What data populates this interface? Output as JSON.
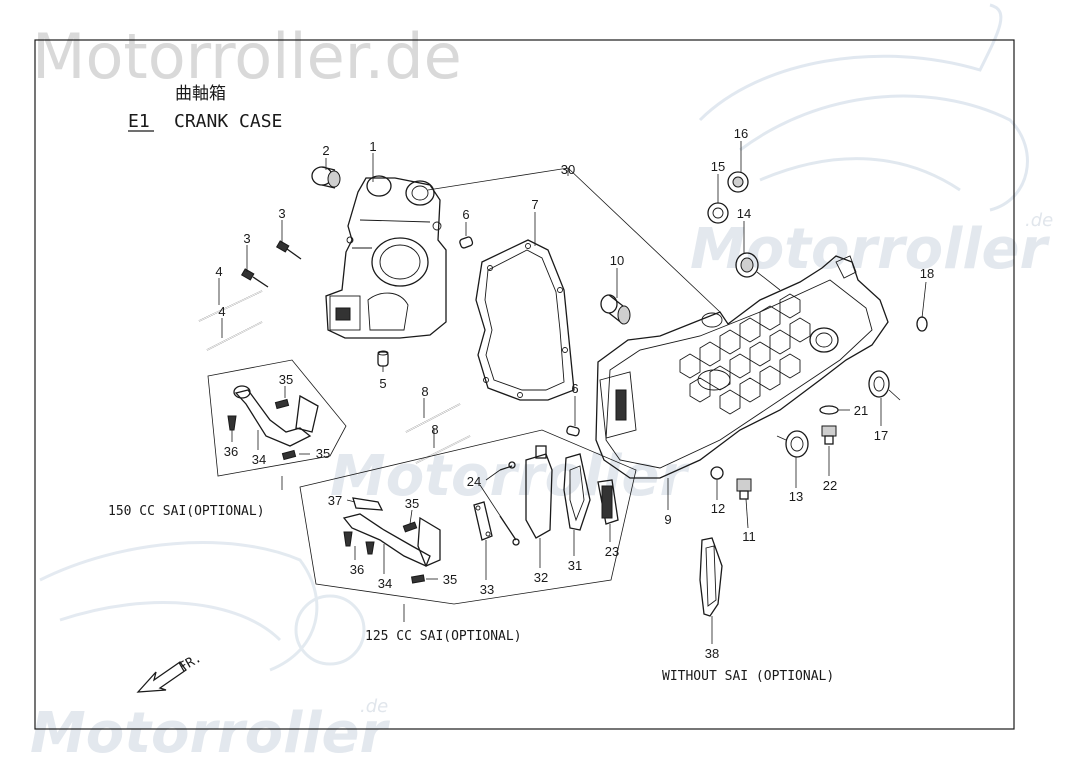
{
  "watermarks": {
    "top_left": "Motorroller.de",
    "right_main": "Motorroller",
    "right_suffix": ".de",
    "center_main": "Motorroller",
    "bottom_main": "Motorroller",
    "bottom_suffix": ".de"
  },
  "title": {
    "chinese": "曲軸箱",
    "code": "E1",
    "name": "CRANK CASE"
  },
  "part_numbers": {
    "p1": "1",
    "p2": "2",
    "p3a": "3",
    "p3b": "3",
    "p4a": "4",
    "p4b": "4",
    "p5": "5",
    "p6a": "6",
    "p6b": "6",
    "p7": "7",
    "p8a": "8",
    "p8b": "8",
    "p9": "9",
    "p10": "10",
    "p11": "11",
    "p12": "12",
    "p13": "13",
    "p14": "14",
    "p15": "15",
    "p16": "16",
    "p17": "17",
    "p18": "18",
    "p21": "21",
    "p22": "22",
    "p23": "23",
    "p24": "24",
    "p30": "30",
    "p31": "31",
    "p32": "32",
    "p33": "33",
    "p34a": "34",
    "p34b": "34",
    "p35a": "35",
    "p35b": "35",
    "p35c": "35",
    "p35d": "35",
    "p36a": "36",
    "p36b": "36",
    "p37": "37",
    "p38": "38"
  },
  "captions": {
    "sai150": "150 CC SAI(OPTIONAL)",
    "sai125": "125 CC SAI(OPTIONAL)",
    "without_sai": "WITHOUT SAI (OPTIONAL)",
    "front": "FR."
  }
}
